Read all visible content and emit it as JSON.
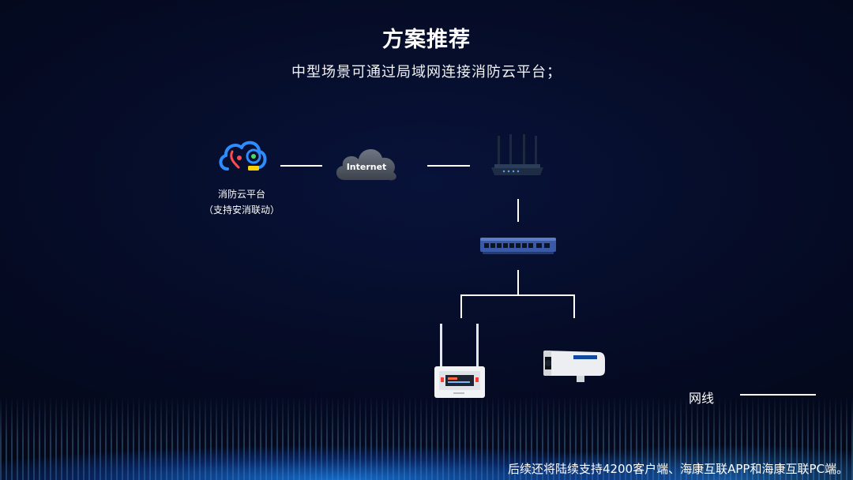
{
  "header": {
    "title": "方案推荐",
    "subtitle": "中型场景可通过局域网连接消防云平台；"
  },
  "nodes": {
    "cloud_platform": {
      "label": "消防云平台",
      "sublabel": "（支持安消联动）"
    },
    "internet": {
      "label": "Internet"
    }
  },
  "legend": {
    "label": "网线"
  },
  "footer": {
    "text": "后续还将陆续支持4200客户端、海康互联APP和海康互联PC端。"
  },
  "colors": {
    "background": "#050b24",
    "accent": "#1e8cff",
    "line": "#ffffff"
  }
}
